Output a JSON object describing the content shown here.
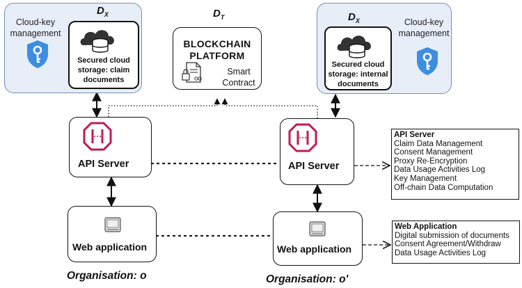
{
  "domains": {
    "left_cloud": "D",
    "left_cloud_sub": "X",
    "blockchain": "D",
    "blockchain_sub": "T",
    "right_cloud": "D",
    "right_cloud_sub": "X"
  },
  "left_cloud": {
    "key_label_line1": "Cloud-key",
    "key_label_line2": "management",
    "storage_line1": "Secured cloud",
    "storage_line2": "storage: claim",
    "storage_line3": "documents"
  },
  "right_cloud": {
    "key_label_line1": "Cloud-key",
    "key_label_line2": "management",
    "storage_line1": "Secured cloud",
    "storage_line2": "storage: internal",
    "storage_line3": "documents"
  },
  "blockchain": {
    "title_line1": "BLOCKCHAIN",
    "title_line2": "PLATFORM",
    "contract_line1": "Smart",
    "contract_line2": "Contract"
  },
  "api_server_label": "API Server",
  "web_app_label": "Web application",
  "organisations": {
    "left": "Organisation: o",
    "right": "Organisation: o'"
  },
  "api_info": {
    "title": "API Server",
    "items": [
      "Claim Data Management",
      "Consent Management",
      "Proxy Re-Encryption",
      "Data Usage Activities Log",
      "Key Management",
      "Off-chain Data Computation"
    ]
  },
  "web_info": {
    "title": "Web Application",
    "items": [
      "Digital submission of documents",
      "Consent Agreement/Withdraw",
      "Data Usage Activities Log"
    ]
  },
  "colors": {
    "cloud_panel_fill": "#e7eef8",
    "cloud_panel_border": "#6f8fb5",
    "api_icon": "#c2185b",
    "key_shield": "#3d8ee0"
  },
  "icons": {
    "key": "key-shield-icon",
    "storage": "cloud-database-icon",
    "contract": "smart-contract-icon",
    "api": "api-gateway-icon",
    "web": "web-browser-icon"
  }
}
